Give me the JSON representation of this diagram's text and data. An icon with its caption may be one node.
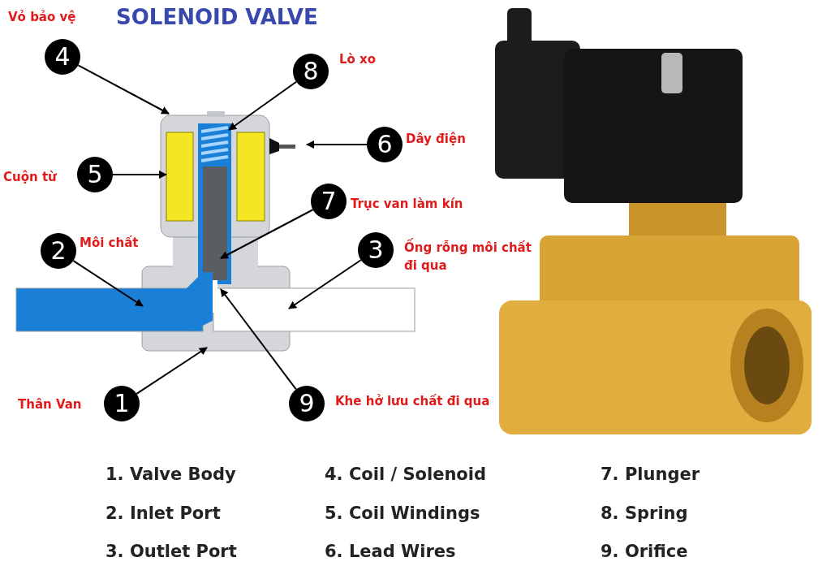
{
  "diagram": {
    "title": "SOLENOID VALVE",
    "nodes": [
      {
        "text": [
          "4"
        ],
        "beside": [
          "Vỏ bảo vệ"
        ]
      },
      {
        "text": [
          "8"
        ],
        "beside": [
          "Lò xo"
        ]
      },
      {
        "text": [
          "6"
        ],
        "beside": [
          "Dây điện"
        ]
      },
      {
        "text": [
          "5"
        ],
        "beside": [
          "Cuộn từ"
        ]
      },
      {
        "text": [
          "7"
        ],
        "beside": [
          "Trục van làm kín"
        ]
      },
      {
        "text": [
          "2"
        ],
        "beside": [
          "Môi chất"
        ]
      },
      {
        "text": [
          "3"
        ],
        "beside": [
          "Ống rỗng môi chất đi qua"
        ]
      },
      {
        "text": [
          "1"
        ],
        "beside": [
          "Thân Van"
        ]
      },
      {
        "text": [
          "9"
        ],
        "beside": [
          "Khe hở lưu chất đi qua"
        ]
      }
    ],
    "edges": [
      {
        "from": 0,
        "to": null,
        "arrow": "to"
      },
      {
        "from": 1,
        "to": null,
        "arrow": "to"
      },
      {
        "from": 2,
        "to": null,
        "arrow": "to"
      },
      {
        "from": 3,
        "to": null,
        "arrow": "to"
      },
      {
        "from": 4,
        "to": null,
        "arrow": "to"
      },
      {
        "from": 5,
        "to": null,
        "arrow": "to"
      },
      {
        "from": 6,
        "to": null,
        "arrow": "to"
      },
      {
        "from": 7,
        "to": null,
        "arrow": "to"
      },
      {
        "from": 8,
        "to": null,
        "arrow": "to"
      }
    ],
    "labels": [
      "1. Valve Body",
      "4. Coil / Solenoid",
      "7. Plunger",
      "2. Inlet Port",
      "5. Coil Windings",
      "8. Spring",
      "3. Outlet Port",
      "6. Lead Wires",
      "9. Orifice"
    ]
  }
}
